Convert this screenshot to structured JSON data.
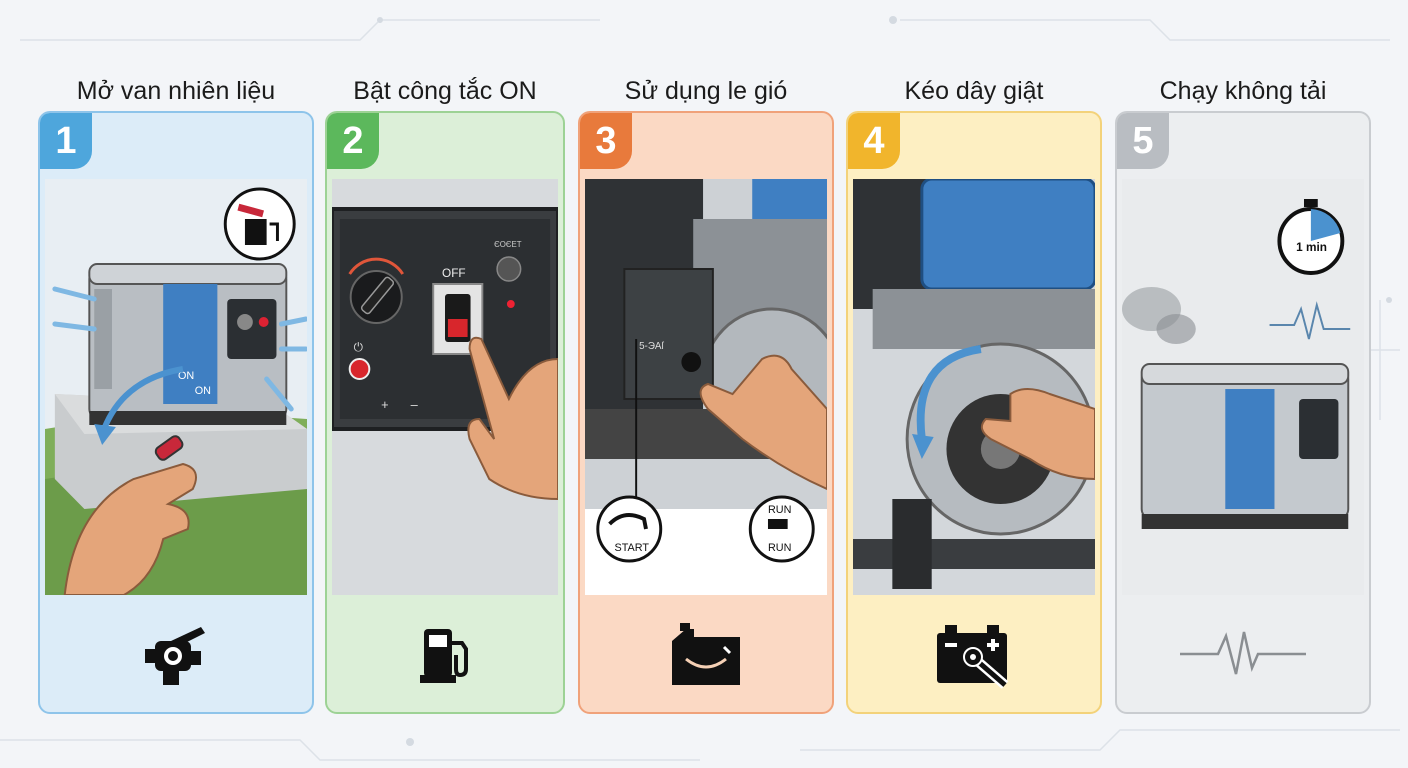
{
  "steps": [
    {
      "number": "1",
      "title": "Mở van nhiên liệu",
      "accent": "#4ea6dc",
      "bg": "#dcecf8",
      "border": "#8ec4ea"
    },
    {
      "number": "2",
      "title": "Bật công tắc ON",
      "accent": "#5cb85c",
      "bg": "#dcefd8",
      "border": "#9dd295"
    },
    {
      "number": "3",
      "title": "Sử dụng le gió",
      "accent": "#e87a3c",
      "bg": "#fbd9c4",
      "border": "#f0a27a"
    },
    {
      "number": "4",
      "title": "Kéo dây giật",
      "accent": "#f1b52c",
      "bg": "#fdefc2",
      "border": "#f3d27a"
    },
    {
      "number": "5",
      "title": "Chạy không tải",
      "accent": "#b9bdc2",
      "bg": "#eceef0",
      "border": "#c9ccd0"
    }
  ],
  "labels": {
    "valve_on_1": "ON",
    "valve_on_2": "ON",
    "switch_off": "OFF",
    "panel_small": "ЄОЄЕТ",
    "panel_plus": "+",
    "panel_minus": "–",
    "choke_start": "START",
    "choke_run_top": "RUN",
    "choke_run_bottom": "RUN",
    "choke_mark": "5-ЭАſ",
    "timer": "1 min"
  },
  "icons": {
    "s1": "fuel-valve-icon",
    "s2": "fuel-pump-icon",
    "s3": "oil-can-icon",
    "s4": "battery-wrench-icon",
    "s5": "heartbeat-icon"
  }
}
